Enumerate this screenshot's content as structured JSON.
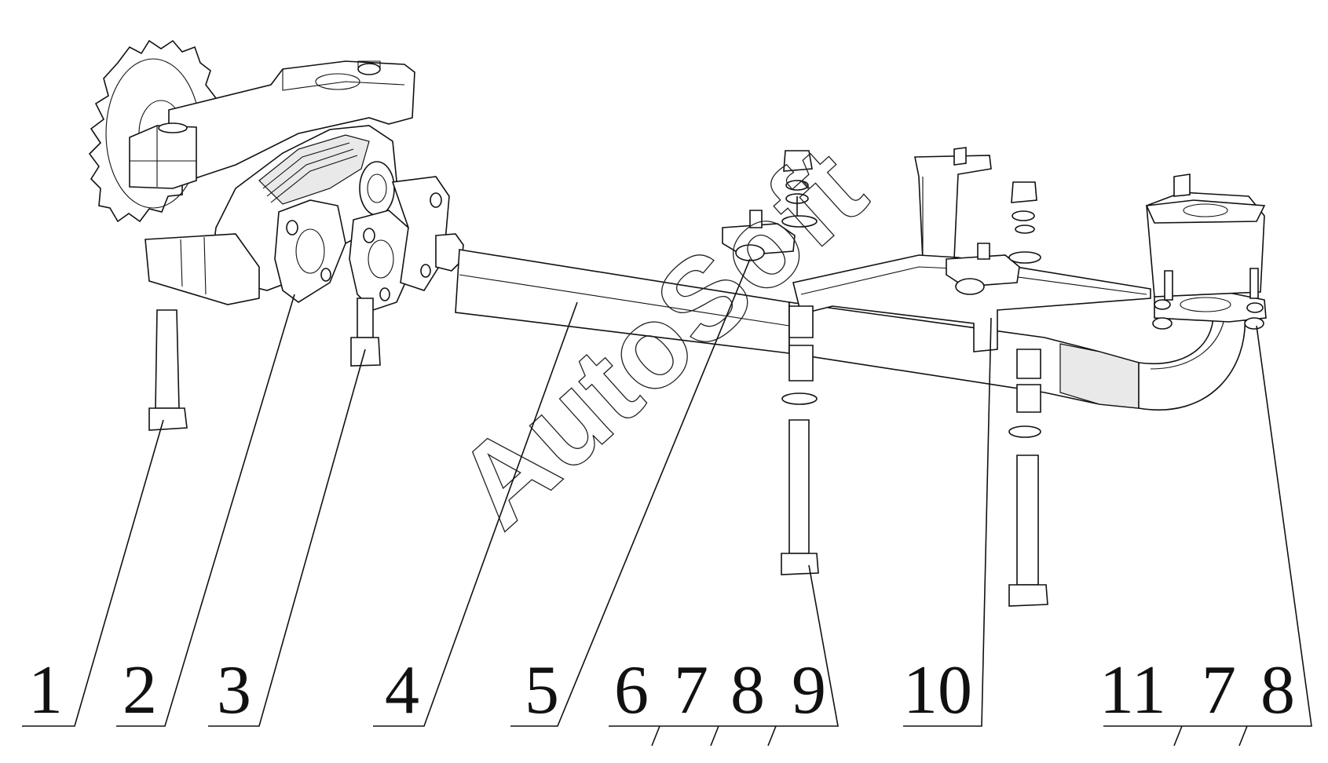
{
  "watermark": "AutoSoft",
  "callouts": [
    "1",
    "2",
    "3",
    "4",
    "5",
    "6",
    "7",
    "8",
    "9",
    "10",
    "11",
    "7",
    "8"
  ]
}
